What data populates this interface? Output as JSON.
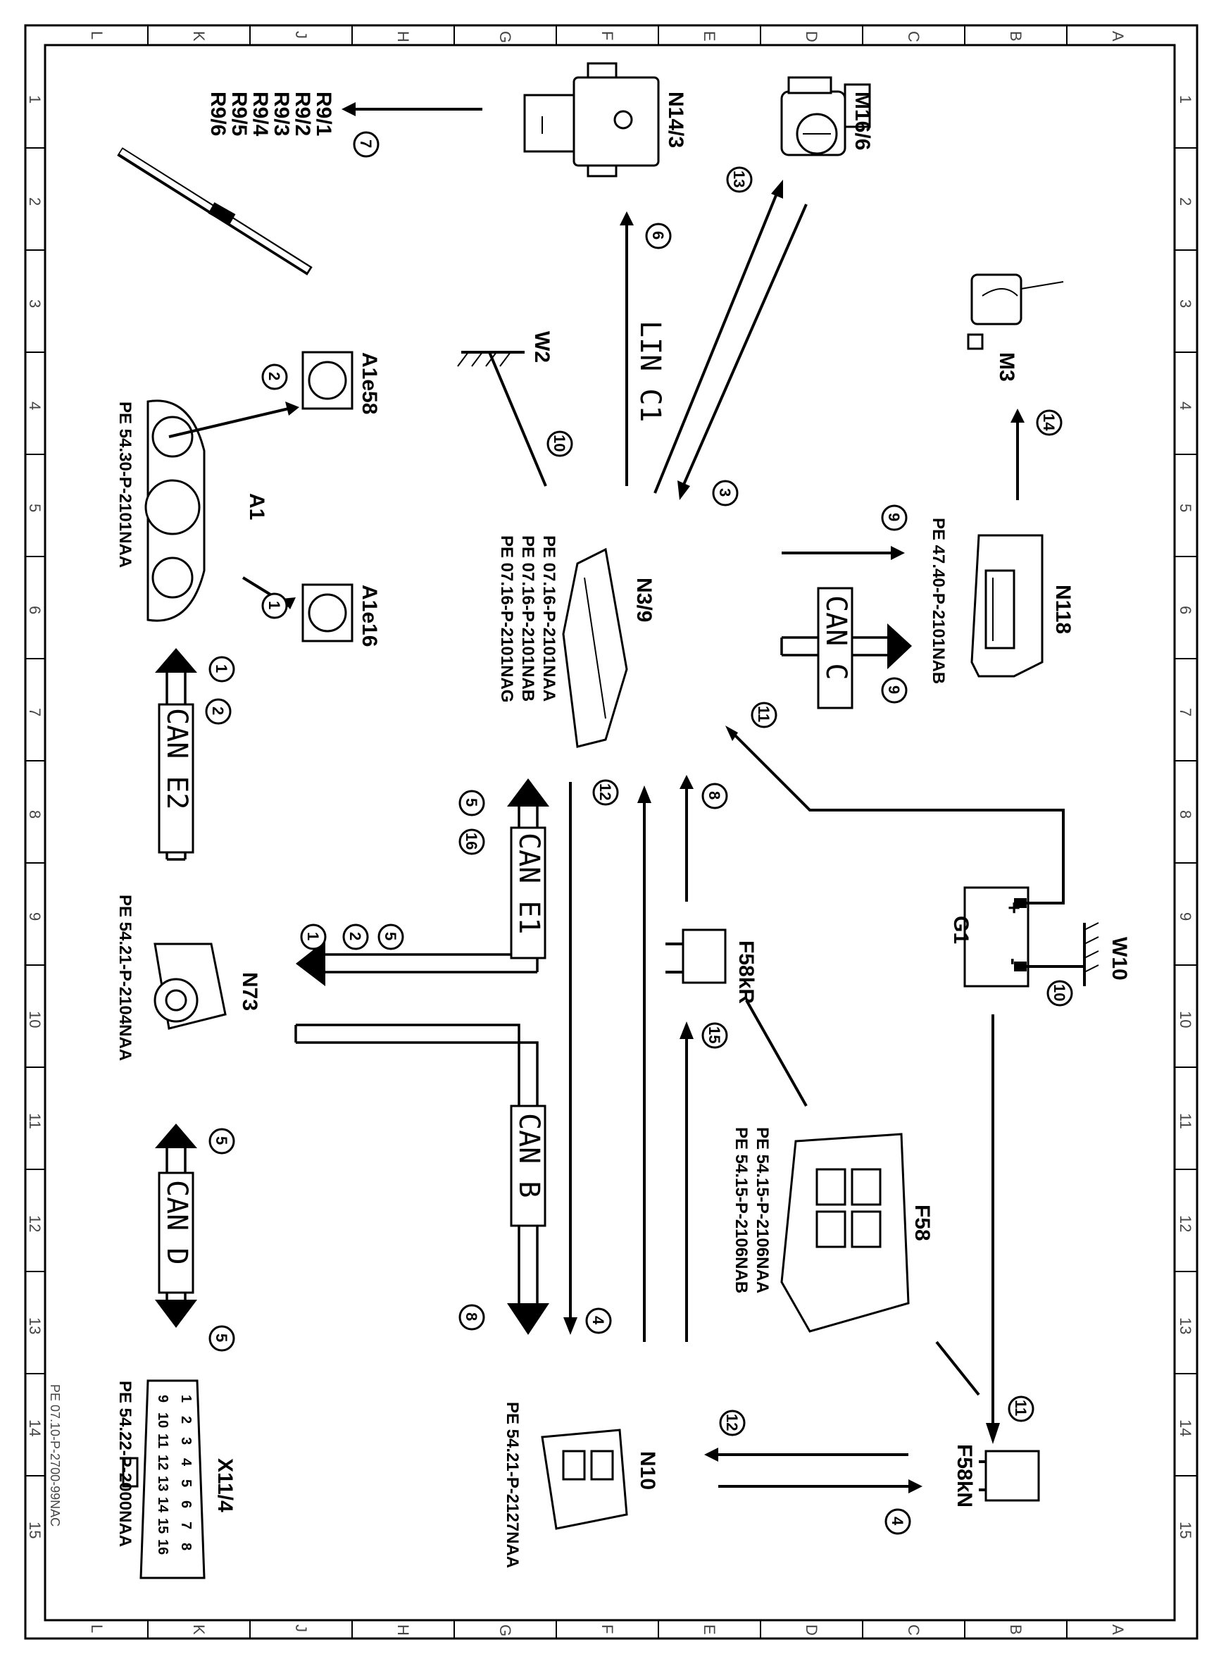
{
  "document_id": "PE 07.10-P-2700-99NAC",
  "grid": {
    "letters": [
      "L",
      "K",
      "J",
      "H",
      "G",
      "F",
      "E",
      "D",
      "C",
      "B",
      "A"
    ],
    "numbers": [
      "1",
      "2",
      "3",
      "4",
      "5",
      "6",
      "7",
      "8",
      "9",
      "10",
      "11",
      "12",
      "13",
      "14",
      "15"
    ]
  },
  "components": {
    "N14_3": "N14/3",
    "M16_6": "M16/6",
    "M3": "M3",
    "N118": "N118",
    "N118_ref": "PE 47.40-P-2101NAB",
    "R9": [
      "R9/1",
      "R9/2",
      "R9/3",
      "R9/4",
      "R9/5",
      "R9/6"
    ],
    "A1e58": "A1e58",
    "A1e16": "A1e16",
    "A1": "A1",
    "A1_ref": "PE 54.30-P-2101NAA",
    "W2": "W2",
    "N3_9": "N3/9",
    "N3_9_refs": [
      "PE 07.16-P-2101NAA",
      "PE 07.16-P-2101NAB",
      "PE 07.16-P-2101NAG"
    ],
    "G1": "G1",
    "G1_plus": "+",
    "G1_minus": "-",
    "W10": "W10",
    "N73": "N73",
    "N73_ref": "PE 54.21-P-2104NAA",
    "F58kR": "F58kR",
    "F58": "F58",
    "F58_refs": [
      "PE 54.15-P-2106NAA",
      "PE 54.15-P-2106NAB"
    ],
    "F58kN": "F58kN",
    "N10": "N10",
    "N10_ref": "PE 54.21-P-2127NAA",
    "X11_4": "X11/4",
    "X11_4_ref": "PE 54.22-P-2000NAA",
    "X11_4_pins_top": [
      "1",
      "2",
      "3",
      "4",
      "5",
      "6",
      "7",
      "8"
    ],
    "X11_4_pins_bottom": [
      "9",
      "10",
      "11",
      "12",
      "13",
      "14",
      "15",
      "16"
    ]
  },
  "buses": {
    "lin_c1": "LIN C1",
    "can_c": "CAN C",
    "can_e2": "CAN E2",
    "can_e1": "CAN E1",
    "can_b": "CAN B",
    "can_d": "CAN D"
  },
  "numbers": {
    "n1": "1",
    "n2": "2",
    "n3": "3",
    "n4": "4",
    "n5": "5",
    "n6": "6",
    "n7": "7",
    "n8": "8",
    "n9": "9",
    "n10": "10",
    "n11": "11",
    "n12": "12",
    "n13": "13",
    "n14": "14",
    "n15": "15",
    "n16": "16"
  }
}
